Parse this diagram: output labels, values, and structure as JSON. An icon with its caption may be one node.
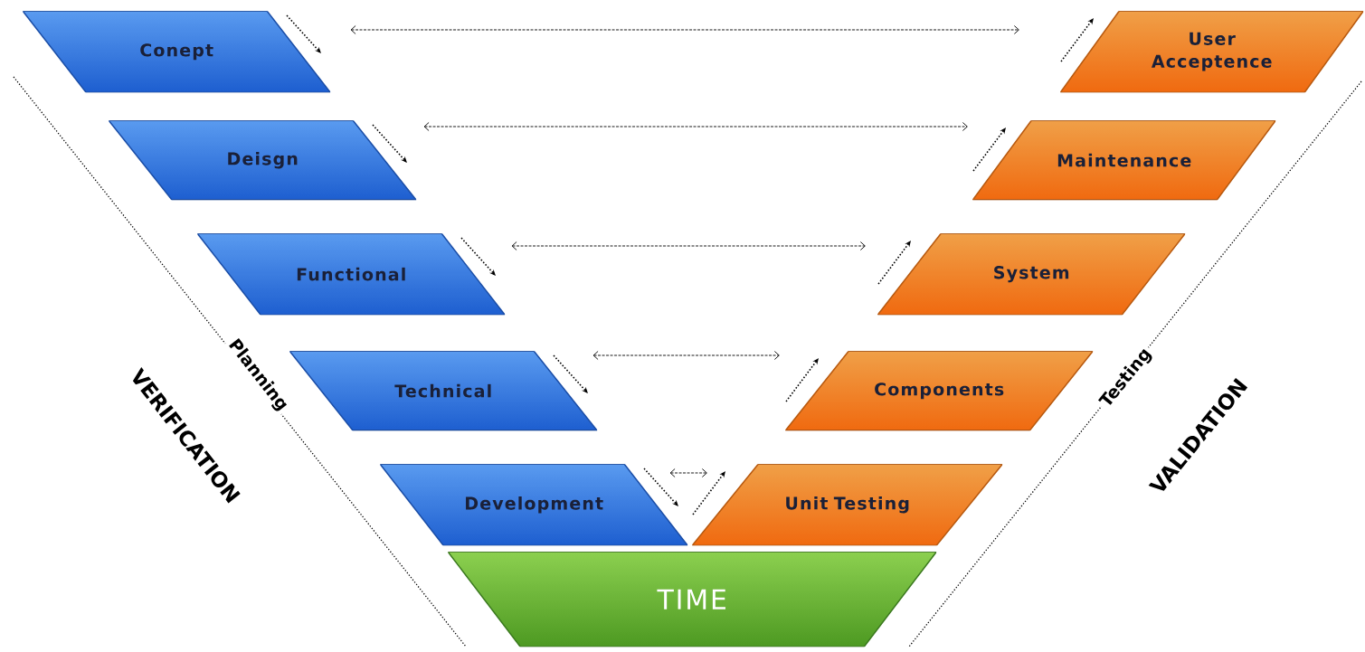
{
  "diagram": {
    "nodes": [
      {
        "text": [
          "Conept"
        ]
      },
      {
        "text": [
          "Deisgn"
        ]
      },
      {
        "text": [
          "Functional"
        ]
      },
      {
        "text": [
          "Technical"
        ]
      },
      {
        "text": [
          "Development"
        ]
      },
      {
        "text": [
          "User Acceptence"
        ]
      },
      {
        "text": [
          "Maintenance"
        ]
      },
      {
        "text": [
          "System"
        ]
      },
      {
        "text": [
          "Components"
        ]
      },
      {
        "text": [
          "Unit Testing"
        ]
      },
      {
        "text": [
          "TIME"
        ]
      }
    ],
    "edges": [
      {
        "from": 0,
        "to": 5,
        "arrow": "both",
        "style": "dashed"
      },
      {
        "from": 1,
        "to": 6,
        "arrow": "both",
        "style": "dashed"
      },
      {
        "from": 2,
        "to": 7,
        "arrow": "both",
        "style": "dashed"
      },
      {
        "from": 3,
        "to": 8,
        "arrow": "both",
        "style": "dashed"
      },
      {
        "from": 4,
        "to": 9,
        "arrow": "both",
        "style": "dashed"
      }
    ],
    "labels": [
      "Planning",
      "VERIFICATION",
      "Testing",
      "VALIDATION"
    ]
  }
}
